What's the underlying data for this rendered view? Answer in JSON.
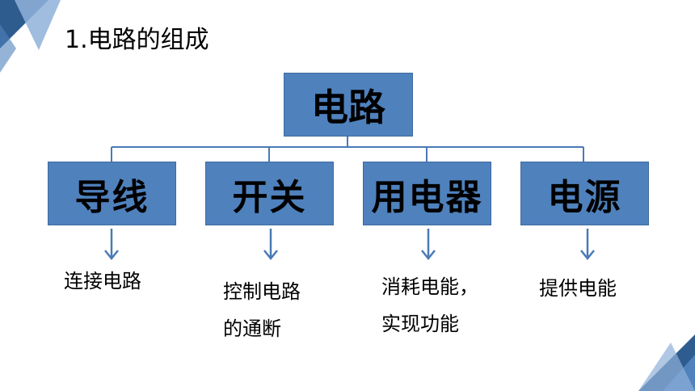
{
  "title": "1.电路的组成",
  "root": "电路",
  "components": [
    {
      "label": "导线",
      "desc_lines": [
        "连接电路"
      ]
    },
    {
      "label": "开关",
      "desc_lines": [
        "控制电路",
        "的通断"
      ]
    },
    {
      "label": "用电器",
      "desc_lines": [
        "消耗电能，",
        "实现功能"
      ]
    },
    {
      "label": "电源",
      "desc_lines": [
        "提供电能"
      ]
    }
  ],
  "colors": {
    "box": "#4f81bd",
    "line": "#4a7ab5",
    "accent_dark": "#2f5c8f",
    "accent_light": "#8fb1d9"
  }
}
